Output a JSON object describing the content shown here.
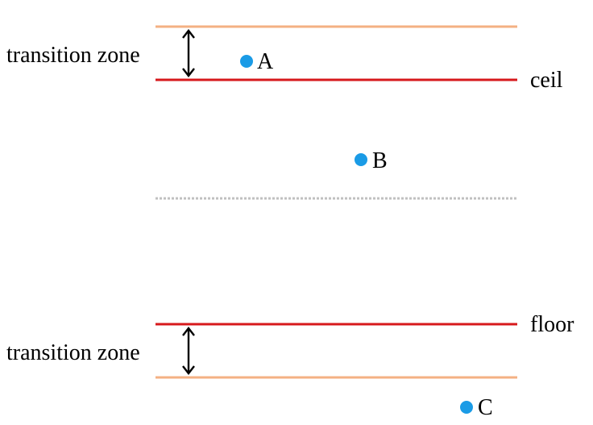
{
  "colors": {
    "transition_line": "#f4b183",
    "threshold_line": "#d7191c",
    "midline": "#c0c0c0",
    "point": "#1a9be6",
    "arrow": "#000000",
    "text": "#000000"
  },
  "labels": {
    "transition_zone_top": "transition zone",
    "transition_zone_bottom": "transition zone",
    "ceil": "ceil",
    "floor": "floor",
    "point_a": "A",
    "point_b": "B",
    "point_c": "C"
  }
}
